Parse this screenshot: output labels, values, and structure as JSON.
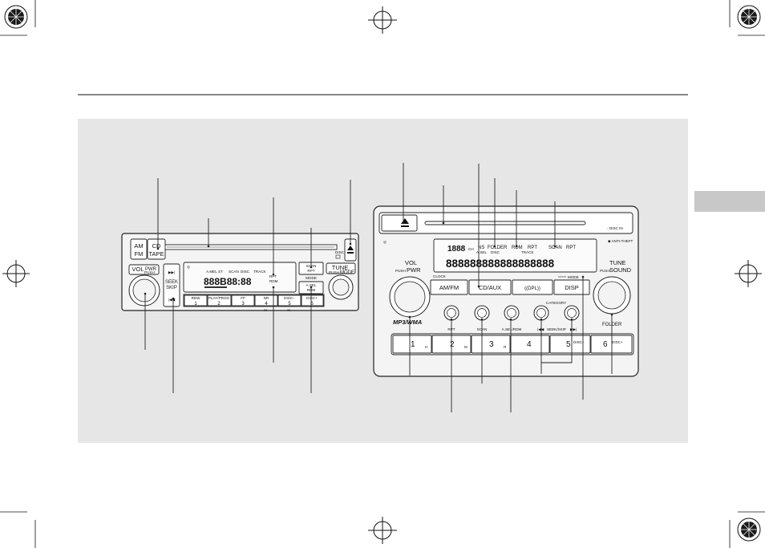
{
  "unit_a": {
    "band_button": {
      "top": "AM",
      "bottom": "FM"
    },
    "cd_tape_button": {
      "top": "CD",
      "bottom": "TAPE"
    },
    "vol_pwr": {
      "main": "VOL",
      "push": "PUSH",
      "pwr": "PWR"
    },
    "seek_skip": {
      "top": "SEEK",
      "bottom": "SKIP"
    },
    "lcd_indicators": {
      "amel": "A.MEL",
      "st": "ST",
      "scan": "SCAN",
      "disc": "DISC",
      "track": "TRACK",
      "rpt": "RPT",
      "rdm": "RDM"
    },
    "lcd_digits": "888B88:88",
    "scan_rpt_button": {
      "top": "SCAN",
      "bottom": "RPT"
    },
    "mode_label": "MODE",
    "asel_rdm_button": {
      "top": "A.SEL",
      "bottom": "RDM"
    },
    "tune_mode": {
      "main": "TUNE",
      "push": "PUSH",
      "mode": "MODE"
    },
    "disc_label": "DISC",
    "preset_buttons": [
      {
        "label": "REW",
        "num": "1"
      },
      {
        "label": "PLAY/PROG",
        "num": "2"
      },
      {
        "label": "FF",
        "num": "3"
      },
      {
        "label": "NR",
        "num": "4"
      },
      {
        "label": "DISC−",
        "num": "5"
      },
      {
        "label": "DISC+",
        "num": "6"
      }
    ],
    "preset_sublabels": [
      "H",
      "H"
    ]
  },
  "unit_b": {
    "disc_in_label": "◦ DISC IN",
    "anti_theft_label": "◆ ANTI-THEFT",
    "vol_pwr": {
      "main": "VOL",
      "push": "PUSH",
      "pwr": "PWR"
    },
    "lcd_top_digits": "1888",
    "lcd_indicators_top": [
      "CH",
      "NS",
      "FOLDER",
      "RDM",
      "RPT",
      "SCAN",
      "RPT"
    ],
    "lcd_indicators_sub": [
      "A.SEL",
      "DISC",
      "TRACK"
    ],
    "lcd_digits_row": "888888888888888888",
    "clock_label": "CLOCK",
    "mode_label": "MODE",
    "buttons": {
      "am_fm": "AM/FM",
      "cd_aux": "CD/AUX",
      "dpl": "((DPL))",
      "disp": "DISP"
    },
    "tune_sound": {
      "main": "TUNE",
      "push": "PUSH",
      "sound": "SOUND"
    },
    "category_label": "CATEGORY",
    "round_buttons": [
      "RPT",
      "SCAN",
      "A.SEL/RDM",
      "SEEK/SKIP"
    ],
    "folder_label": "FOLDER",
    "mp3_wma_label": "MP3/WMA",
    "preset_buttons": [
      {
        "num": "1",
        "sub": "H"
      },
      {
        "num": "2",
        "sub": "M"
      },
      {
        "num": "3",
        "sub": "R"
      },
      {
        "num": "4",
        "sub": ""
      },
      {
        "num": "5",
        "sub": "DISC−"
      },
      {
        "num": "6",
        "sub": "DISC+"
      }
    ]
  }
}
